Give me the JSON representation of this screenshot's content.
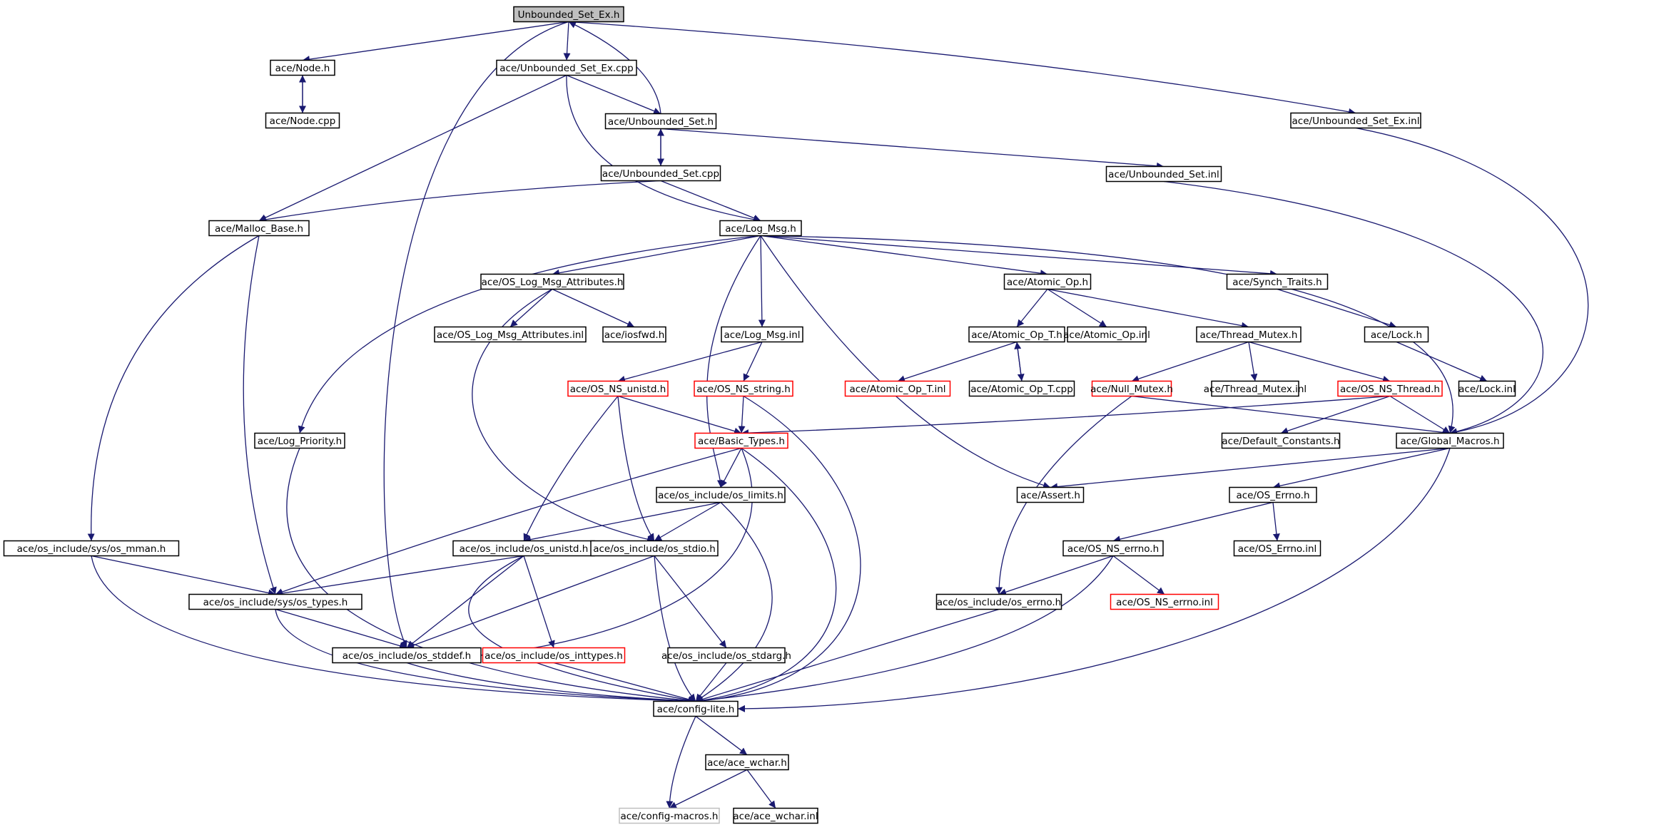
{
  "graph": {
    "title": "Unbounded_Set_Ex.h include dependency graph",
    "colors": {
      "edge": "#191970",
      "node_border_normal": "#000000",
      "node_border_truncated": "#ff0000",
      "node_border_external": "#bfbfbf",
      "root_fill": "#bfbfbf",
      "node_fill": "#ffffff"
    },
    "nodes": [
      {
        "id": "n0",
        "label": "Unbounded_Set_Ex.h",
        "status": "root"
      },
      {
        "id": "n1",
        "label": "ace/Node.h",
        "status": "normal"
      },
      {
        "id": "n2",
        "label": "ace/Node.cpp",
        "status": "normal"
      },
      {
        "id": "n3",
        "label": "ace/Unbounded_Set_Ex.cpp",
        "status": "normal"
      },
      {
        "id": "n4",
        "label": "ace/Unbounded_Set.h",
        "status": "normal"
      },
      {
        "id": "n5",
        "label": "ace/Unbounded_Set.cpp",
        "status": "normal"
      },
      {
        "id": "n6",
        "label": "ace/Unbounded_Set_Ex.inl",
        "status": "normal"
      },
      {
        "id": "n7",
        "label": "ace/Unbounded_Set.inl",
        "status": "normal"
      },
      {
        "id": "n8",
        "label": "ace/Malloc_Base.h",
        "status": "normal"
      },
      {
        "id": "n9",
        "label": "ace/Log_Msg.h",
        "status": "normal"
      },
      {
        "id": "n10",
        "label": "ace/OS_Log_Msg_Attributes.h",
        "status": "normal"
      },
      {
        "id": "n11",
        "label": "ace/Atomic_Op.h",
        "status": "normal"
      },
      {
        "id": "n12",
        "label": "ace/Synch_Traits.h",
        "status": "normal"
      },
      {
        "id": "n13",
        "label": "ace/OS_Log_Msg_Attributes.inl",
        "status": "normal"
      },
      {
        "id": "n14",
        "label": "ace/iosfwd.h",
        "status": "normal"
      },
      {
        "id": "n15",
        "label": "ace/Log_Msg.inl",
        "status": "normal"
      },
      {
        "id": "n16",
        "label": "ace/Atomic_Op_T.h",
        "status": "normal"
      },
      {
        "id": "n17",
        "label": "ace/Atomic_Op.inl",
        "status": "normal"
      },
      {
        "id": "n18",
        "label": "ace/Thread_Mutex.h",
        "status": "normal"
      },
      {
        "id": "n19",
        "label": "ace/Lock.h",
        "status": "normal"
      },
      {
        "id": "n20",
        "label": "ace/OS_NS_unistd.h",
        "status": "truncated"
      },
      {
        "id": "n21",
        "label": "ace/OS_NS_string.h",
        "status": "truncated"
      },
      {
        "id": "n22",
        "label": "ace/Atomic_Op_T.inl",
        "status": "truncated"
      },
      {
        "id": "n23",
        "label": "ace/Atomic_Op_T.cpp",
        "status": "normal"
      },
      {
        "id": "n24",
        "label": "ace/Null_Mutex.h",
        "status": "truncated"
      },
      {
        "id": "n25",
        "label": "ace/Thread_Mutex.inl",
        "status": "normal"
      },
      {
        "id": "n26",
        "label": "ace/OS_NS_Thread.h",
        "status": "truncated"
      },
      {
        "id": "n27",
        "label": "ace/Lock.inl",
        "status": "normal"
      },
      {
        "id": "n28",
        "label": "ace/Log_Priority.h",
        "status": "normal"
      },
      {
        "id": "n29",
        "label": "ace/Basic_Types.h",
        "status": "truncated"
      },
      {
        "id": "n30",
        "label": "ace/Default_Constants.h",
        "status": "normal"
      },
      {
        "id": "n31",
        "label": "ace/Global_Macros.h",
        "status": "normal"
      },
      {
        "id": "n32",
        "label": "ace/os_include/os_limits.h",
        "status": "normal"
      },
      {
        "id": "n33",
        "label": "ace/Assert.h",
        "status": "normal"
      },
      {
        "id": "n34",
        "label": "ace/OS_Errno.h",
        "status": "normal"
      },
      {
        "id": "n35",
        "label": "ace/os_include/sys/os_mman.h",
        "status": "normal"
      },
      {
        "id": "n36",
        "label": "ace/os_include/os_unistd.h",
        "status": "normal"
      },
      {
        "id": "n37",
        "label": "ace/os_include/os_stdio.h",
        "status": "normal"
      },
      {
        "id": "n38",
        "label": "ace/OS_NS_errno.h",
        "status": "normal"
      },
      {
        "id": "n39",
        "label": "ace/OS_Errno.inl",
        "status": "normal"
      },
      {
        "id": "n40",
        "label": "ace/os_include/sys/os_types.h",
        "status": "normal"
      },
      {
        "id": "n41",
        "label": "ace/os_include/os_errno.h",
        "status": "normal"
      },
      {
        "id": "n42",
        "label": "ace/OS_NS_errno.inl",
        "status": "truncated"
      },
      {
        "id": "n43",
        "label": "ace/os_include/os_stddef.h",
        "status": "normal"
      },
      {
        "id": "n44",
        "label": "ace/os_include/os_inttypes.h",
        "status": "truncated"
      },
      {
        "id": "n45",
        "label": "ace/os_include/os_stdarg.h",
        "status": "normal"
      },
      {
        "id": "n46",
        "label": "ace/config-lite.h",
        "status": "normal"
      },
      {
        "id": "n47",
        "label": "ace/ace_wchar.h",
        "status": "normal"
      },
      {
        "id": "n48",
        "label": "ace/config-macros.h",
        "status": "external"
      },
      {
        "id": "n49",
        "label": "ace/ace_wchar.inl",
        "status": "normal"
      }
    ],
    "edges": [
      [
        "n0",
        "n1"
      ],
      [
        "n0",
        "n3"
      ],
      [
        "n0",
        "n6"
      ],
      [
        "n0",
        "n43"
      ],
      [
        "n1",
        "n2"
      ],
      [
        "n2",
        "n1"
      ],
      [
        "n3",
        "n4"
      ],
      [
        "n3",
        "n8"
      ],
      [
        "n3",
        "n9"
      ],
      [
        "n4",
        "n0"
      ],
      [
        "n4",
        "n5"
      ],
      [
        "n4",
        "n7"
      ],
      [
        "n5",
        "n4"
      ],
      [
        "n5",
        "n8"
      ],
      [
        "n5",
        "n9"
      ],
      [
        "n6",
        "n31"
      ],
      [
        "n7",
        "n31"
      ],
      [
        "n8",
        "n35"
      ],
      [
        "n8",
        "n40"
      ],
      [
        "n9",
        "n10"
      ],
      [
        "n9",
        "n15"
      ],
      [
        "n9",
        "n11"
      ],
      [
        "n9",
        "n12"
      ],
      [
        "n9",
        "n28"
      ],
      [
        "n9",
        "n32"
      ],
      [
        "n9",
        "n33"
      ],
      [
        "n9",
        "n31"
      ],
      [
        "n10",
        "n13"
      ],
      [
        "n10",
        "n14"
      ],
      [
        "n10",
        "n37"
      ],
      [
        "n11",
        "n16"
      ],
      [
        "n11",
        "n17"
      ],
      [
        "n11",
        "n18"
      ],
      [
        "n12",
        "n19"
      ],
      [
        "n15",
        "n20"
      ],
      [
        "n15",
        "n21"
      ],
      [
        "n16",
        "n22"
      ],
      [
        "n16",
        "n23"
      ],
      [
        "n23",
        "n16"
      ],
      [
        "n18",
        "n24"
      ],
      [
        "n18",
        "n25"
      ],
      [
        "n18",
        "n26"
      ],
      [
        "n19",
        "n27"
      ],
      [
        "n20",
        "n29"
      ],
      [
        "n20",
        "n36"
      ],
      [
        "n20",
        "n37"
      ],
      [
        "n21",
        "n29"
      ],
      [
        "n21",
        "n46"
      ],
      [
        "n24",
        "n31"
      ],
      [
        "n24",
        "n41"
      ],
      [
        "n26",
        "n29"
      ],
      [
        "n26",
        "n30"
      ],
      [
        "n26",
        "n31"
      ],
      [
        "n28",
        "n46"
      ],
      [
        "n29",
        "n32"
      ],
      [
        "n29",
        "n40"
      ],
      [
        "n29",
        "n43"
      ],
      [
        "n29",
        "n46"
      ],
      [
        "n31",
        "n33"
      ],
      [
        "n31",
        "n34"
      ],
      [
        "n31",
        "n46"
      ],
      [
        "n32",
        "n36"
      ],
      [
        "n32",
        "n37"
      ],
      [
        "n32",
        "n46"
      ],
      [
        "n34",
        "n38"
      ],
      [
        "n34",
        "n39"
      ],
      [
        "n35",
        "n40"
      ],
      [
        "n35",
        "n46"
      ],
      [
        "n36",
        "n40"
      ],
      [
        "n36",
        "n43"
      ],
      [
        "n36",
        "n44"
      ],
      [
        "n36",
        "n46"
      ],
      [
        "n37",
        "n43"
      ],
      [
        "n37",
        "n45"
      ],
      [
        "n37",
        "n46"
      ],
      [
        "n38",
        "n41"
      ],
      [
        "n38",
        "n42"
      ],
      [
        "n38",
        "n46"
      ],
      [
        "n40",
        "n43"
      ],
      [
        "n40",
        "n46"
      ],
      [
        "n41",
        "n46"
      ],
      [
        "n43",
        "n46"
      ],
      [
        "n44",
        "n46"
      ],
      [
        "n45",
        "n46"
      ],
      [
        "n46",
        "n47"
      ],
      [
        "n46",
        "n48"
      ],
      [
        "n47",
        "n48"
      ],
      [
        "n47",
        "n49"
      ]
    ]
  }
}
